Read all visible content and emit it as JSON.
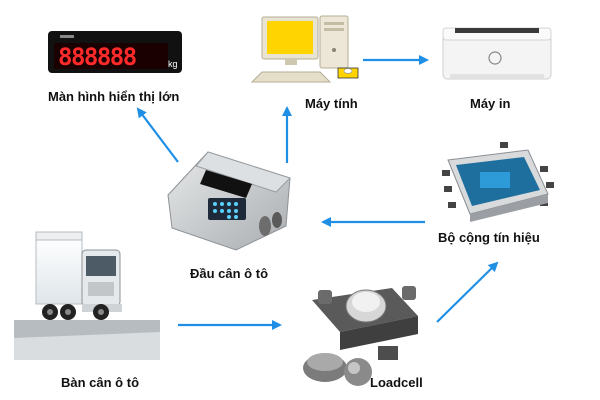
{
  "diagram": {
    "colors": {
      "arrow": "#1f8fe6",
      "display_digits": "#ff2a2a",
      "display_body": "#111111",
      "steel": "#c9ccce"
    },
    "nodes": {
      "display": {
        "label": "Màn hình hiển thị lớn",
        "unit": "kg",
        "digits": "888888",
        "icon": "led-display-icon"
      },
      "computer": {
        "label": "Máy tính",
        "icon": "desktop-computer-icon"
      },
      "printer": {
        "label": "Máy in",
        "icon": "printer-icon"
      },
      "indicator": {
        "label": "Đầu cân ô tô",
        "icon": "weighing-indicator-icon"
      },
      "junction": {
        "label": "Bộ cộng tín hiệu",
        "icon": "junction-box-icon"
      },
      "truck_scale": {
        "label": "Bàn cân ô tô",
        "icon": "truck-scale-icon"
      },
      "loadcell": {
        "label": "Loadcell",
        "icon": "loadcell-icon"
      }
    },
    "edges": [
      {
        "from": "truck_scale",
        "to": "loadcell"
      },
      {
        "from": "loadcell",
        "to": "junction"
      },
      {
        "from": "junction",
        "to": "indicator"
      },
      {
        "from": "indicator",
        "to": "display"
      },
      {
        "from": "indicator",
        "to": "computer"
      },
      {
        "from": "computer",
        "to": "printer"
      }
    ]
  }
}
